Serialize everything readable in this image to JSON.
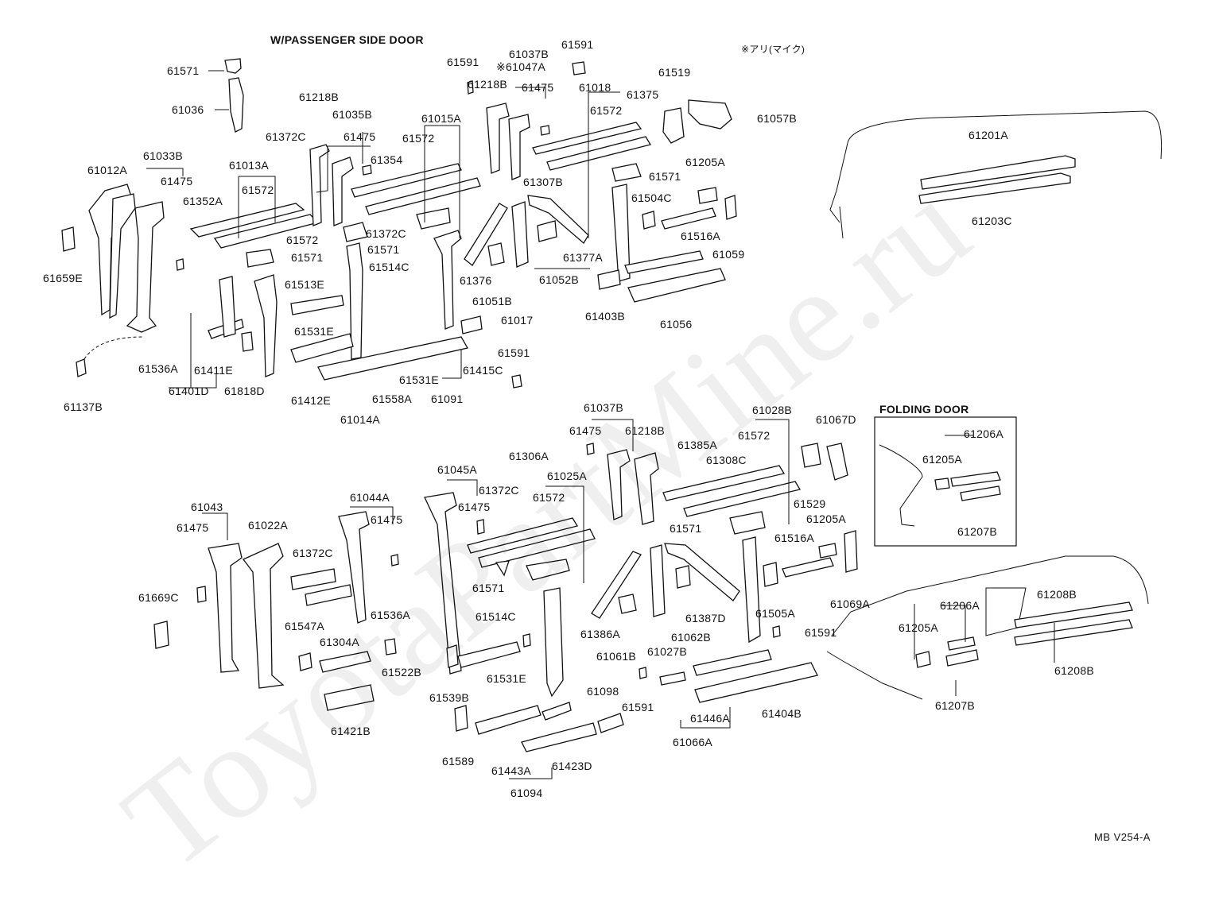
{
  "diagram": {
    "section_titles": {
      "passenger_door": "W/PASSENGER SIDE DOOR",
      "jp_note": "※アリ(マイク)",
      "folding_door": "FOLDING DOOR"
    },
    "drawing_code": "MB V254-A",
    "watermark": "ToyotaPartMine.ru",
    "labels": {
      "l61571a": "61571",
      "l61036": "61036",
      "l61218b_a": "61218B",
      "l61035b": "61035B",
      "l61475_a": "61475",
      "l61372c_a": "61372C",
      "l61033b": "61033B",
      "l61012a": "61012A",
      "l61475_b": "61475",
      "l61013a": "61013A",
      "l61572_a": "61572",
      "l61352a": "61352A",
      "l61354": "61354",
      "l61572_b": "61572",
      "l61571_b": "61571",
      "l61659e": "61659E",
      "l61513e": "61513E",
      "l61531e_a": "61531E",
      "l61536a_a": "61536A",
      "l61411e": "61411E",
      "l61401d": "61401D",
      "l61818d": "61818D",
      "l61137b": "61137B",
      "l61412e": "61412E",
      "l61014a": "61014A",
      "l61558a": "61558A",
      "l61091": "61091",
      "l61531e_b": "61531E",
      "l61415c": "61415C",
      "l61591_a": "61591",
      "l61514c_a": "61514C",
      "l61571_c": "61571",
      "l61372c_b": "61372C",
      "l61572_c": "61572",
      "l61015a": "61015A",
      "l61591_b": "61591",
      "l61218b_b": "61218B",
      "l61037b_a": "61037B",
      "l61047a": "※61047A",
      "l61475_c": "61475",
      "l61591_c": "61591",
      "l61018": "61018",
      "l61572_d": "61572",
      "l61375": "61375",
      "l61519": "61519",
      "l61057b": "61057B",
      "l61307b": "61307B",
      "l61571_d": "61571",
      "l61205a_a": "61205A",
      "l61504c": "61504C",
      "l61516a_a": "61516A",
      "l61059": "61059",
      "l61377a": "61377A",
      "l61052b": "61052B",
      "l61376": "61376",
      "l61051b": "61051B",
      "l61017": "61017",
      "l61403b": "61403B",
      "l61056": "61056",
      "l61201a": "61201A",
      "l61203c": "61203C",
      "l61037b_b": "61037B",
      "l61475_d": "61475",
      "l61218b_c": "61218B",
      "l61028b": "61028B",
      "l61572_e": "61572",
      "l61067d": "61067D",
      "l61385a": "61385A",
      "l61308c": "61308C",
      "l61306a": "61306A",
      "l61045a": "61045A",
      "l61025a": "61025A",
      "l61372c_c": "61372C",
      "l61475_e": "61475",
      "l61572_f": "61572",
      "l61571_e": "61571",
      "l61529": "61529",
      "l61205a_b": "61205A",
      "l61516a_b": "61516A",
      "l61069a": "61069A",
      "l61505a": "61505A",
      "l61591_d": "61591",
      "l61387d": "61387D",
      "l61062b": "61062B",
      "l61386a": "61386A",
      "l61061b": "61061B",
      "l61027b": "61027B",
      "l61043": "61043",
      "l61475_f": "61475",
      "l61022a": "61022A",
      "l61044a": "61044A",
      "l61475_g": "61475",
      "l61372c_d": "61372C",
      "l61669c": "61669C",
      "l61547a": "61547A",
      "l61304a": "61304A",
      "l61536a_b": "61536A",
      "l61522b": "61522B",
      "l61514c_b": "61514C",
      "l61531e_c": "61531E",
      "l61539b": "61539B",
      "l61571_f": "61571",
      "l61421b": "61421B",
      "l61589": "61589",
      "l61443a": "61443A",
      "l61423d": "61423D",
      "l61094": "61094",
      "l61098": "61098",
      "l61591_e": "61591",
      "l61446a": "61446A",
      "l61404b": "61404B",
      "l61066a": "61066A",
      "l61206a_a": "61206A",
      "l61205a_c": "61205A",
      "l61207b_a": "61207B",
      "l61208b_a": "61208B",
      "l61206a_b": "61206A",
      "l61205a_d": "61205A",
      "l61208b_b": "61208B",
      "l61207b_b": "61207B"
    }
  }
}
